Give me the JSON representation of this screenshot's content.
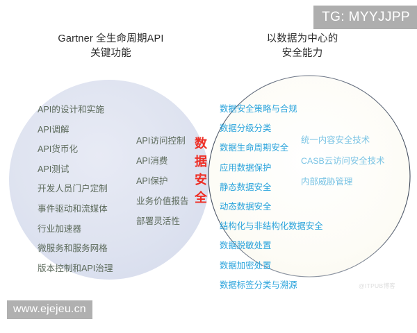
{
  "diagram": {
    "type": "venn",
    "left_circle": {
      "heading": "Gartner 全生命周期API\n关键功能",
      "fill_color": "#dde1ef",
      "stroke_color": "none",
      "primary_items": [
        "API的设计和实施",
        "API调解",
        "API货币化",
        "API测试",
        "开发人员门户定制",
        "事件驱动和流媒体",
        "行业加速器",
        "微服务和服务网格",
        "版本控制和API治理"
      ],
      "secondary_items": [
        "API访问控制",
        "API消费",
        "API保护",
        "业务价值报告",
        "部署灵活性"
      ],
      "text_color": "#5c6a5b"
    },
    "right_circle": {
      "heading": "以数据为中心的\n安全能力",
      "fill_color": "#fdfcf7",
      "stroke_color": "#3b4659",
      "primary_items": [
        "数据安全策略与合规",
        "数据分级分类",
        "数据生命周期安全",
        "应用数据保护",
        "静态数据安全",
        "动态数据安全",
        "结构化与非结构化数据安全",
        "数据脱敏处置",
        "数据加密处置",
        "数据标签分类与溯源"
      ],
      "secondary_items": [
        "统一内容安全技术",
        "CASB云访问安全技术",
        "内部威胁管理"
      ],
      "primary_text_color": "#29a3dc",
      "secondary_text_color": "#79c3e4"
    },
    "center_label": {
      "characters": [
        "数",
        "据",
        "安",
        "全"
      ],
      "text": "数据安全",
      "color": "#ee2d24"
    }
  },
  "watermarks": {
    "telegram_badge": "TG: MYYJJPP",
    "site_url": "www.ejejeu.cn",
    "credit": "@ITPUB博客",
    "badge_bg": "#aeaeae",
    "badge_text_color": "#ffffff"
  }
}
